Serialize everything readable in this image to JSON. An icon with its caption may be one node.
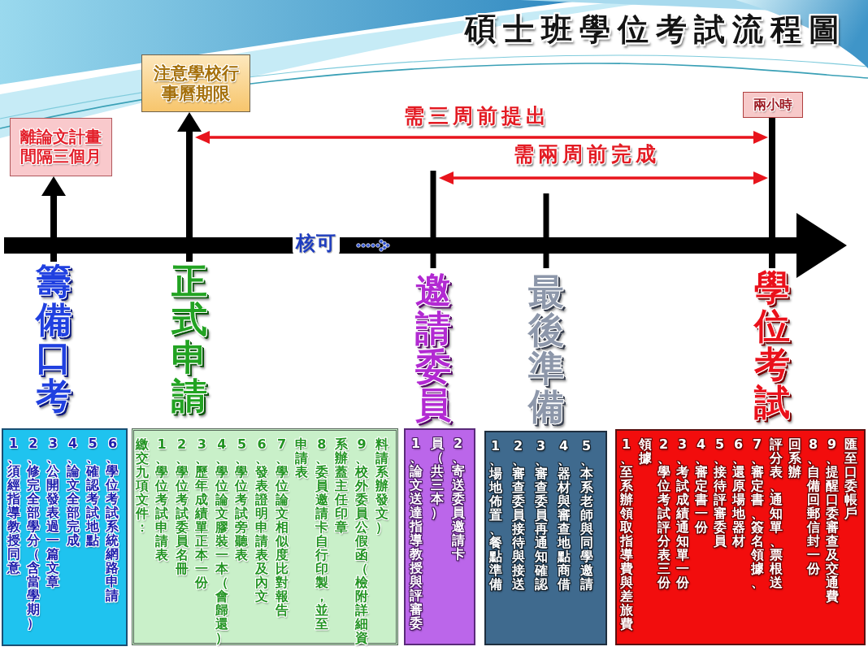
{
  "diagram": {
    "title": "碩士班學位考試流程圖",
    "nodes": [
      {
        "text": [
          "離論文計畫間隔三個月"
        ]
      },
      {
        "text": [
          "注意學校行事曆期限"
        ]
      },
      {
        "text": [
          "兩小時"
        ]
      },
      {
        "text": [
          "籌備口考"
        ]
      },
      {
        "text": [
          "正式申請"
        ]
      },
      {
        "text": [
          "邀請委員"
        ]
      },
      {
        "text": [
          "最後準備"
        ]
      },
      {
        "text": [
          "學位考試"
        ]
      },
      {
        "text": [
          "1、須經指導教授同意",
          "2、修完全部學分（含當學期）",
          "3、公開發表過一篇文章",
          "4、論文全部完成",
          "5、確認考試地點",
          "6、學位考試系統網路申請"
        ]
      },
      {
        "text": [
          "繳交九項文件：",
          "1、學位考試申請表",
          "2、學位考試委員名冊",
          "3、歷年成績單正本一份",
          "4、學位論文膠裝一本（會歸還）",
          "5、學位考試旁聽表",
          "6、發表證明申請表及內文",
          "7、學位論文相似度比對報告申請表",
          "8、委員邀請卡自行印製，並至系辦蓋主任印章",
          "9、校外委員公假函（檢附詳細資料請系辦發文）"
        ]
      },
      {
        "text": [
          "1、論文送達指導教授與評審委員（共三本）",
          "2、寄送委員邀請卡"
        ]
      },
      {
        "text": [
          "1、場地佈置、餐點準備",
          "2、審查委員接待與接送",
          "3、審查委員再通知確認",
          "4、器材與審查地點商借",
          "5、本系老師與同學邀請"
        ]
      },
      {
        "text": [
          "1、至系辦領取指導費與差旅費領據",
          "2、學位考試評分表三份",
          "3、考試成績通知單一份",
          "4、審定書一份",
          "5、接待評審委員",
          "6、還原場地器材",
          "7、審定書、簽名領據、評分表、通知單、票根送回系辦",
          "8、自備回郵信封一份",
          "9、提醒口委審查及交通費匯至口委帳戶"
        ]
      }
    ],
    "edges": [
      {
        "from": 3,
        "to": 0,
        "arrow": "to"
      },
      {
        "from": 4,
        "to": 1,
        "arrow": "to"
      },
      {
        "from": 7,
        "to": 2,
        "arrow": "none"
      }
    ],
    "labels": [
      "需三周前提出",
      "需兩周前完成",
      "核可"
    ]
  }
}
